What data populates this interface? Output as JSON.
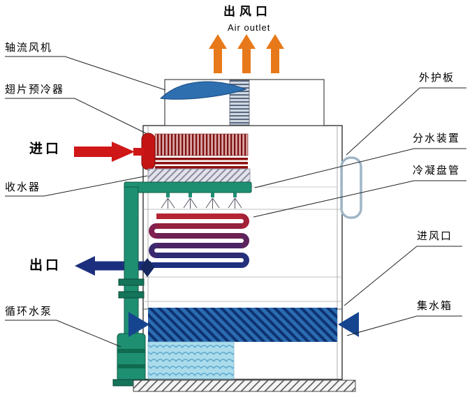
{
  "diagram": {
    "air_outlet": {
      "cn": "出风口",
      "en": "Air outlet"
    },
    "left_labels": [
      {
        "id": "axial-fan",
        "text": "轴流风机"
      },
      {
        "id": "finned-precooler",
        "text": "翅片预冷器"
      },
      {
        "id": "inlet",
        "text": "进口"
      },
      {
        "id": "water-collector",
        "text": "收水器"
      },
      {
        "id": "outlet",
        "text": "出口"
      },
      {
        "id": "circulating-pump",
        "text": "循环水泵"
      }
    ],
    "right_labels": [
      {
        "id": "outer-panel",
        "text": "外护板"
      },
      {
        "id": "water-distributor",
        "text": "分水装置"
      },
      {
        "id": "condensing-coil",
        "text": "冷凝盘管"
      },
      {
        "id": "air-inlet",
        "text": "进风口"
      },
      {
        "id": "water-tank",
        "text": "集水箱"
      }
    ],
    "colors": {
      "air_arrow": "#e8791a",
      "hot_inlet_pipe": "#cf1717",
      "cold_outlet_pipe": "#1c2f7f",
      "pump_pipe_green": "#1f8f72",
      "louver_dark_blue": "#0f3272",
      "basin_water_light_blue": "#aadcec"
    }
  }
}
